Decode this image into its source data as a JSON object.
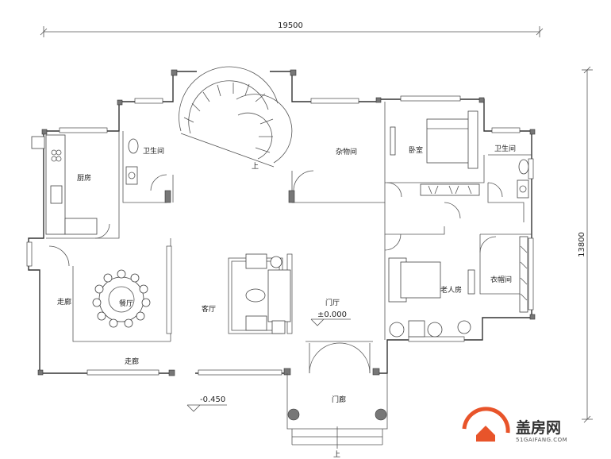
{
  "dimensions": {
    "width_label": "19500",
    "height_label": "13800"
  },
  "levels": {
    "hall_level": "±0.000",
    "outdoor_level": "-0.450"
  },
  "rooms": {
    "kitchen": "厨房",
    "bath_left": "卫生间",
    "storage": "杂物间",
    "bedroom": "卧室",
    "bath_right": "卫生间",
    "dining": "餐厅",
    "living": "客厅",
    "foyer": "门厅",
    "elder_room": "老人房",
    "closet": "衣帽间",
    "corridor_left": "走廊",
    "corridor_bottom": "走廊",
    "porch": "门廊"
  },
  "stairs": {
    "up_main": "上",
    "up_entry": "上"
  },
  "logo": {
    "name": "盖房网",
    "domain": "51GAIFANG.COM",
    "brand_color": "#e8542a"
  }
}
